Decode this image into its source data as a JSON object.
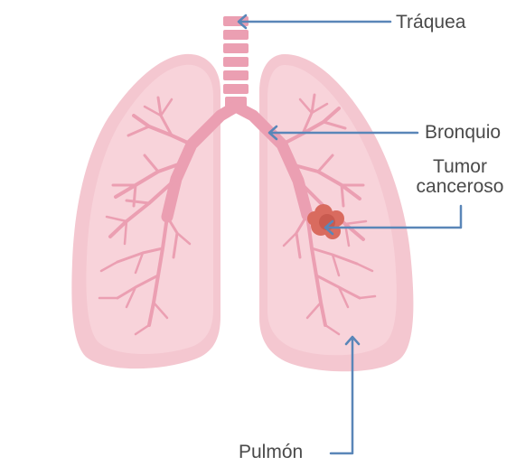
{
  "labels": {
    "trachea": "Tráquea",
    "bronchus": "Bronquio",
    "tumor_line1": "Tumor",
    "tumor_line2": "canceroso",
    "lung": "Pulmón"
  },
  "colors": {
    "lung_fill": "#f4c7d0",
    "lung_inner": "#f8d3da",
    "airway": "#eb9fb2",
    "tumor": "#d96b5f",
    "tumor_dark": "#c85a4f",
    "pointer_line": "#5a86b8",
    "label_text": "#4a4a4a"
  }
}
